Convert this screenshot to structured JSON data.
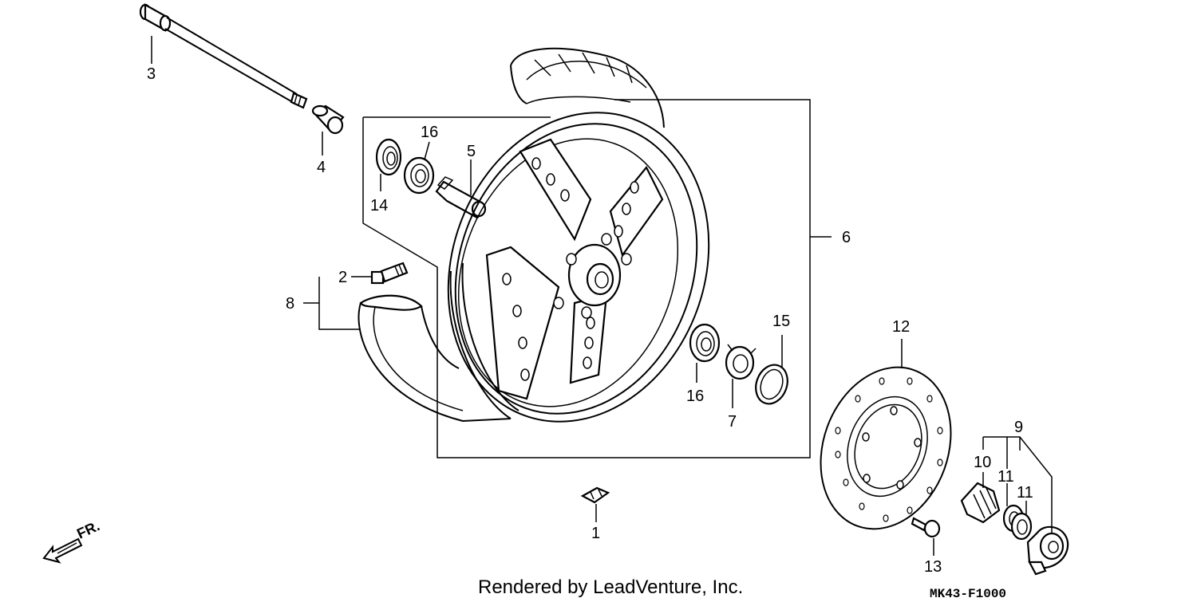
{
  "callouts": {
    "c1": "1",
    "c2": "2",
    "c3": "3",
    "c4": "4",
    "c5": "5",
    "c6": "6",
    "c7": "7",
    "c8": "8",
    "c9": "9",
    "c10": "10",
    "c11a": "11",
    "c11b": "11",
    "c12": "12",
    "c13": "13",
    "c14": "14",
    "c15": "15",
    "c16a": "16",
    "c16b": "16"
  },
  "footer": {
    "rendered_by": "Rendered by LeadVenture, Inc.",
    "diagram_code": "MK43-F1000"
  },
  "direction": {
    "label": "FR."
  },
  "icons": {
    "front_arrow": "front-direction-arrow-icon"
  }
}
